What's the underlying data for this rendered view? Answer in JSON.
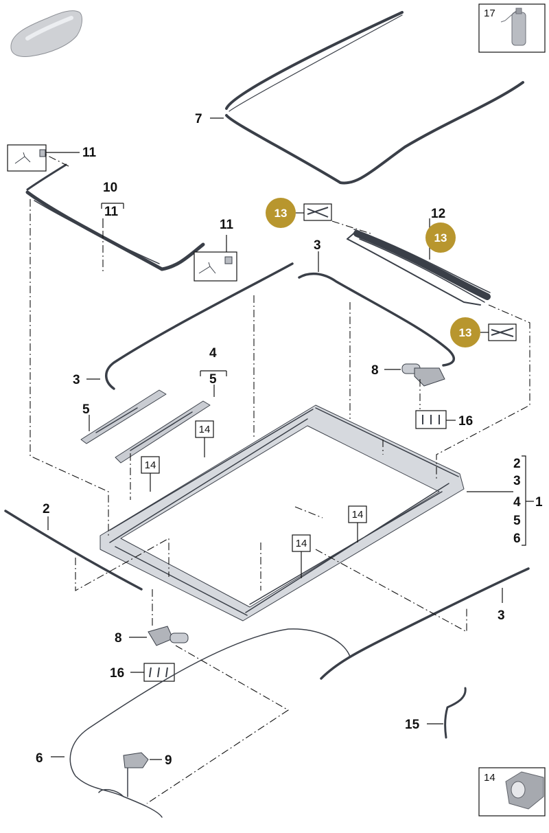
{
  "labels": {
    "p1": "1",
    "p2": "2",
    "p3": "3",
    "p4": "4",
    "p5": "5",
    "p6": "6",
    "p7": "7",
    "p8": "8",
    "p9": "9",
    "p10": "10",
    "p11": "11",
    "p12": "12",
    "p13": "13",
    "p14": "14",
    "p15": "15",
    "p16": "16",
    "p17": "17"
  },
  "colors": {
    "badge": "#b8962e",
    "badge_stroke": "#9c7d20",
    "part_stroke": "#3a3f48",
    "part_fill": "#c9ccd2",
    "part_light": "#e2e4e8"
  }
}
